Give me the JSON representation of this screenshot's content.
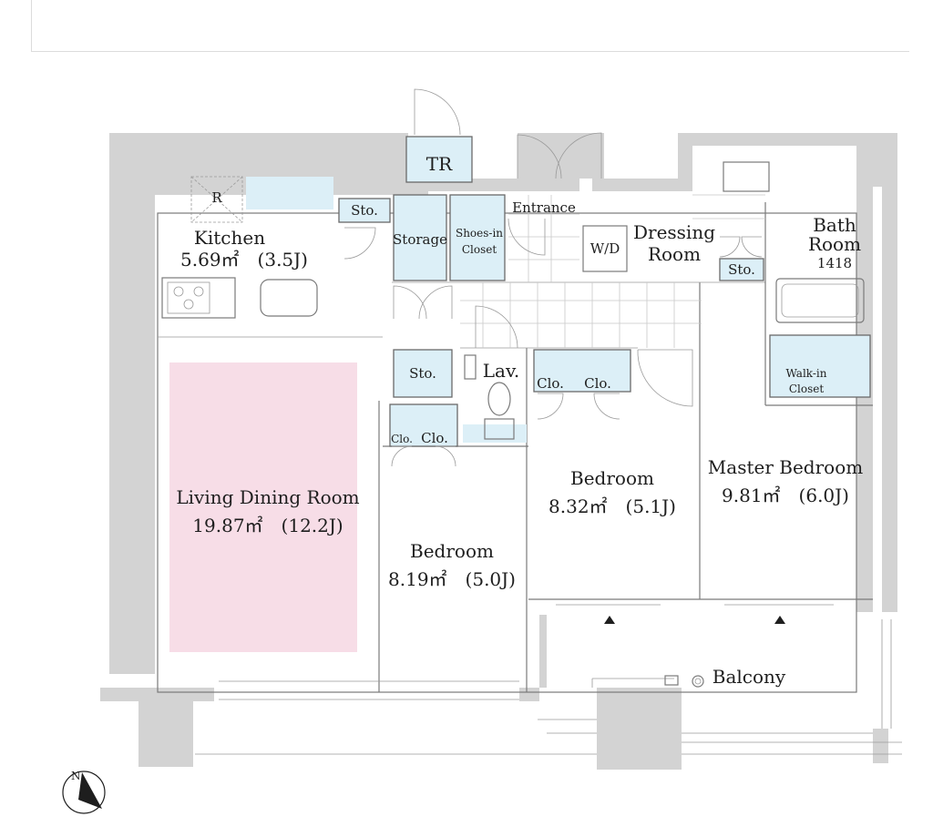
{
  "rooms": {
    "tr": "TR",
    "kitchen_name": "Kitchen",
    "kitchen_area": "5.69㎡　(3.5J)",
    "fridge": "R",
    "sto1": "Sto.",
    "storage": "Storage",
    "shoes_1": "Shoes-in",
    "shoes_2": "Closet",
    "entrance": "Entrance",
    "wd": "W/D",
    "dressing_1": "Dressing",
    "dressing_2": "Room",
    "sto_dressing": "Sto.",
    "bath_1": "Bath",
    "bath_2": "Room",
    "bath_3": "1418",
    "sto2": "Sto.",
    "lav": "Lav.",
    "clo1": "Clo.",
    "clo2": "Clo.",
    "clo3": "Clo.",
    "clo4": "Clo.",
    "walkin_1": "Walk-in",
    "walkin_2": "Closet",
    "ldr_name": "Living Dining Room",
    "ldr_area": "19.87㎡　(12.2J)",
    "bed1_name": "Bedroom",
    "bed1_area": "8.19㎡　(5.0J)",
    "bed2_name": "Bedroom",
    "bed2_area": "8.32㎡　(5.1J)",
    "master_name": "Master Bedroom",
    "master_area": "9.81㎡　(6.0J)",
    "balcony": "Balcony",
    "north": "N"
  },
  "colors": {
    "wall": "#d3d3d3",
    "storage": "#dceff7",
    "living": "#f7dde7",
    "line": "#7a7a7a"
  }
}
